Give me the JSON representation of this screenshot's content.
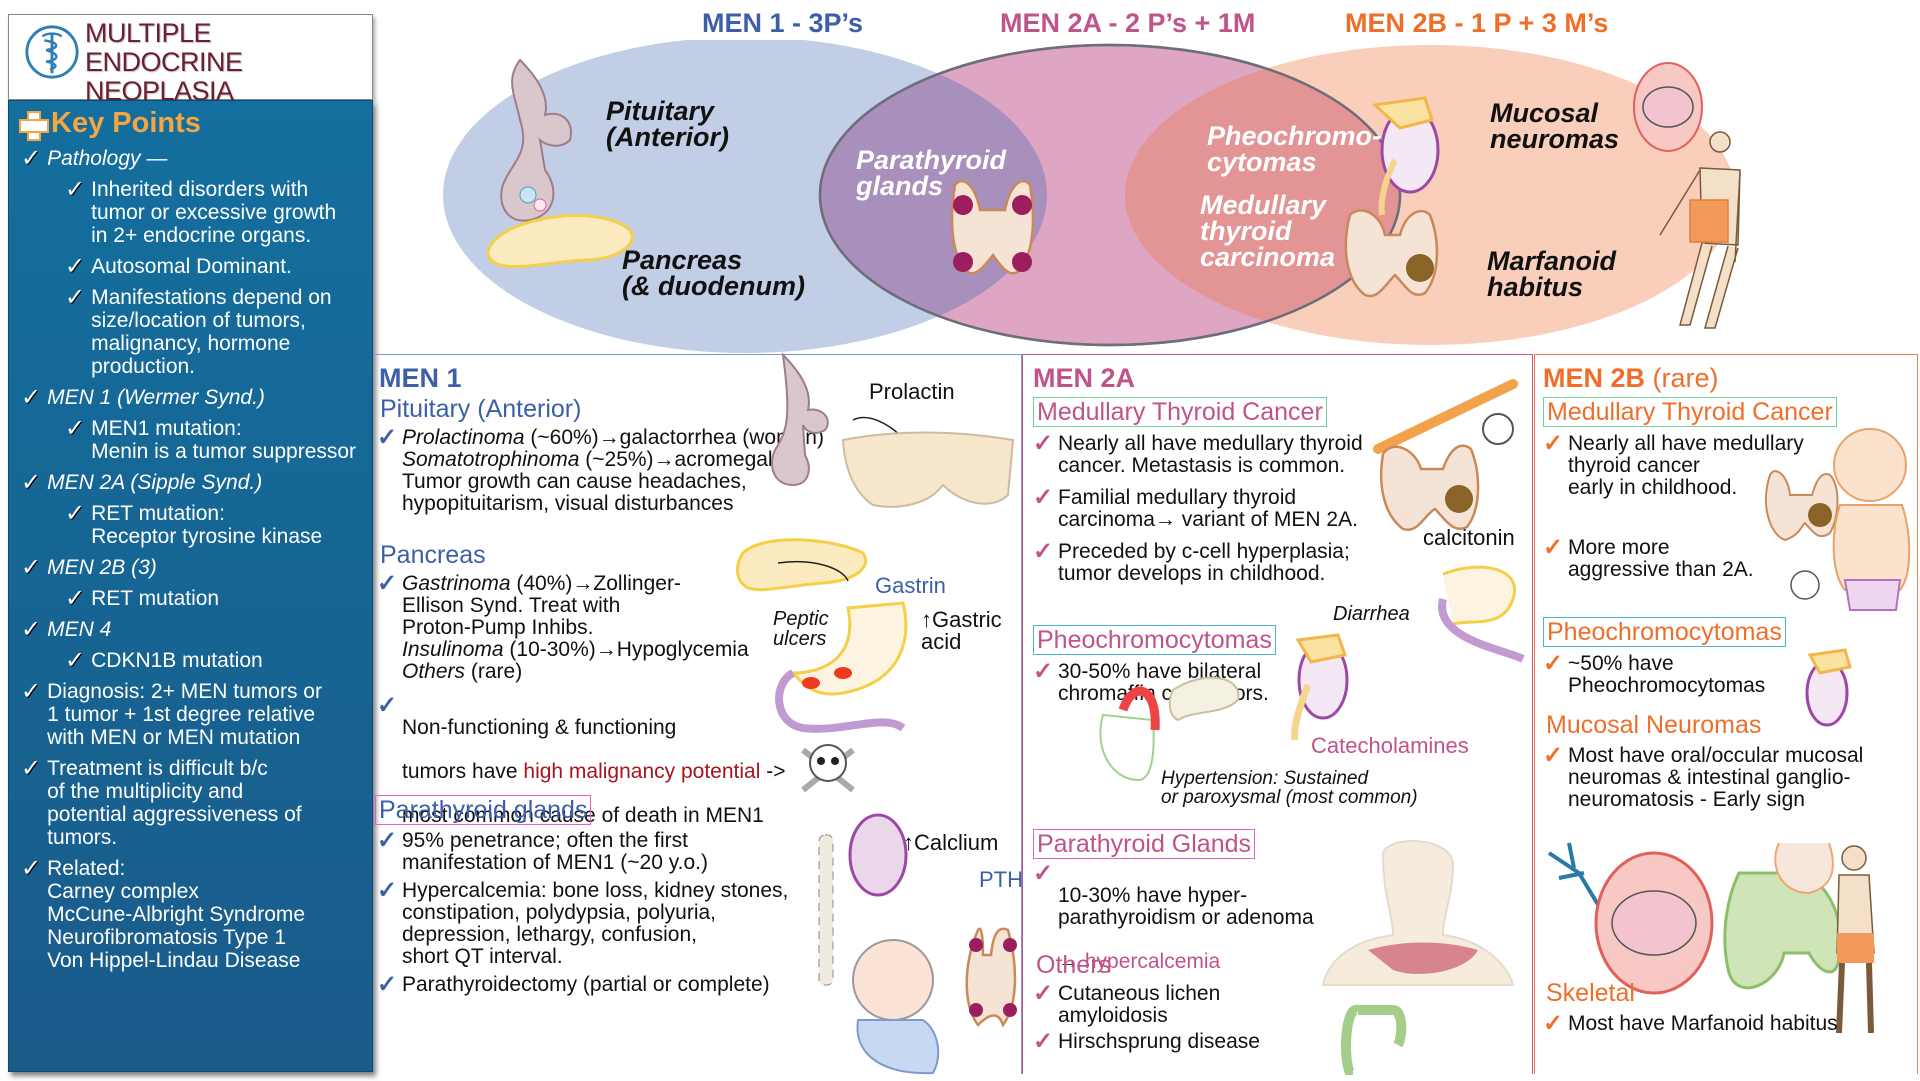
{
  "sidebar": {
    "title_line1": "MULTIPLE ENDOCRINE",
    "title_line2": "NEOPLASIA",
    "logo_icon": "caduceus-icon",
    "key_points_label": "Key Points",
    "items": [
      {
        "level": 0,
        "italic": true,
        "text": "Pathology —"
      },
      {
        "level": 1,
        "italic": false,
        "text": "Inherited disorders with\ntumor or excessive growth\nin 2+ endocrine organs."
      },
      {
        "level": 1,
        "italic": false,
        "text": "Autosomal Dominant."
      },
      {
        "level": 1,
        "italic": false,
        "text": "Manifestations depend on\nsize/location of tumors,\nmalignancy, hormone\nproduction."
      },
      {
        "level": 0,
        "italic": true,
        "text": "MEN 1 (Wermer Synd.)"
      },
      {
        "level": 1,
        "italic": false,
        "text": "MEN1 mutation:\nMenin is a tumor suppressor"
      },
      {
        "level": 0,
        "italic": true,
        "text": "MEN 2A (Sipple Synd.)"
      },
      {
        "level": 1,
        "italic": false,
        "text": "RET mutation:\nReceptor tyrosine kinase"
      },
      {
        "level": 0,
        "italic": true,
        "text": "MEN 2B (3)"
      },
      {
        "level": 1,
        "italic": false,
        "text": "RET mutation"
      },
      {
        "level": 0,
        "italic": true,
        "text": "MEN 4"
      },
      {
        "level": 1,
        "italic": false,
        "text": "CDKN1B mutation"
      },
      {
        "level": 0,
        "italic": false,
        "text": "Diagnosis: 2+ MEN tumors or\n1 tumor + 1st degree relative\nwith MEN or MEN mutation"
      },
      {
        "level": 0,
        "italic": false,
        "text": "Treatment is difficult b/c\nof the multiplicity and\npotential aggressiveness of\ntumors."
      },
      {
        "level": 0,
        "italic": false,
        "text": "Related:\nCarney complex\nMcCune-Albright Syndrome\nNeurofibromatosis Type 1\nVon Hippel-Lindau Disease"
      }
    ]
  },
  "venn": {
    "titles": [
      {
        "text": "MEN 1 - 3P’s",
        "color": "#3d5fa8"
      },
      {
        "text": "MEN 2A - 2 P’s + 1M",
        "color": "#c0538a"
      },
      {
        "text": "MEN 2B - 1 P + 3 M’s",
        "color": "#ef6e2a"
      }
    ],
    "labels": {
      "pituitary": "Pituitary\n(Anterior)",
      "pancreas": "Pancreas\n(& duodenum)",
      "parathyroid": "Parathyroid\nglands",
      "pheo": "Pheochromo-\ncytomas",
      "medullary": "Medullary\nthyroid\ncarcinoma",
      "mucosal": "Mucosal\nneuromas",
      "marfanoid": "Marfanoid\nhabitus"
    },
    "colors": {
      "men1": "#c2cee6",
      "men2a": "#dea6c3",
      "men2b": "#f9cfbc",
      "overlap12": "#a98fbb",
      "overlap2ab": "#e39495"
    }
  },
  "men1": {
    "title": "MEN 1",
    "color": "#3d5fa8",
    "pituitary": {
      "heading": "Pituitary (Anterior)",
      "lines": [
        {
          "italic_part": "Prolactinoma",
          "rest": " (~60%)→galactorrhea (women)"
        },
        {
          "italic_part": "Somatotrophinoma",
          "rest": " (~25%)→acromegaly"
        },
        {
          "italic_part": "",
          "rest": "Tumor growth can cause headaches,"
        },
        {
          "italic_part": "",
          "rest": "hypopituitarism, visual disturbances"
        }
      ],
      "fig_label": "Prolactin"
    },
    "pancreas": {
      "heading": "Pancreas",
      "b1": [
        {
          "italic_part": "Gastrinoma",
          "rest": " (40%)→Zollinger-"
        },
        {
          "italic_part": "",
          "rest": "Ellison Synd. Treat with"
        },
        {
          "italic_part": "",
          "rest": "Proton-Pump Inhibs."
        },
        {
          "italic_part": "Insulinoma",
          "rest": " (10-30%)→Hypoglycemia"
        },
        {
          "italic_part": "Others",
          "rest": " (rare)"
        }
      ],
      "b2_line1": "Non-functioning & functioning",
      "b2_pre": "tumors have ",
      "b2_highlight": "high malignancy potential",
      "b2_post": " ->",
      "b2_line3": "most common cause of death in MEN1",
      "fig_gastrin": "Gastrin",
      "fig_peptic": "Peptic\nulcers",
      "fig_acid": "↑Gastric\nacid"
    },
    "parathyroid": {
      "heading": "Parathyroid glands",
      "bullets": [
        "95% penetrance; often the first\nmanifestation of MEN1 (~20 y.o.)",
        "Hypercalcemia: bone loss, kidney stones,\nconstipation, polydypsia, polyuria,\ndepression, lethargy, confusion,\nshort QT interval.",
        "Parathyroidectomy (partial or complete)"
      ],
      "fig_calcium": "↑Calclium",
      "fig_pth": "PTH"
    }
  },
  "men2a": {
    "title": "MEN 2A",
    "color": "#c0538a",
    "mtc": {
      "heading": "Medullary Thyroid Cancer",
      "bullets": [
        "Nearly all have medullary thyroid\ncancer. Metastasis is common.",
        "Familial medullary thyroid\ncarcinoma→ variant of MEN 2A.",
        "Preceded by c-cell hyperplasia;\ntumor develops in childhood."
      ],
      "fig_calcitonin": "calcitonin",
      "fig_diarrhea": "Diarrhea"
    },
    "pheo": {
      "heading": "Pheochromocytomas",
      "bullets": [
        "30-50% have bilateral\nchromaffin cell tumors."
      ],
      "fig_catecholamines": "Catecholamines",
      "fig_hypertension": "Hypertension: Sustained\nor paroxysmal (most common)"
    },
    "parathyroid": {
      "heading": "Parathyroid Glands",
      "bullet": "10-30% have hyper-\nparathyroidism or adenoma",
      "arrow": "→",
      "result": "hypercalcemia"
    },
    "others": {
      "heading": "Others",
      "bullets": [
        "Cutaneous lichen\namyloidosis",
        "Hirschsprung disease"
      ]
    }
  },
  "men2b": {
    "title": "MEN 2B",
    "title_suffix": "(rare)",
    "color": "#ef6e2a",
    "mtc": {
      "heading": "Medullary Thyroid Cancer",
      "bullets": [
        "Nearly all have medullary\nthyroid cancer\nearly in childhood.",
        "More more\naggressive than 2A."
      ]
    },
    "pheo": {
      "heading": "Pheochromocytomas",
      "bullets": [
        "~50% have\nPheochromocytomas"
      ]
    },
    "mucosal": {
      "heading": "Mucosal Neuromas",
      "bullets": [
        "Most  have oral/occular mucosal\nneuromas & intestinal ganglio-\nneuromatosis - Early sign"
      ]
    },
    "skeletal": {
      "heading": "Skeletal",
      "bullets": [
        "Most have Marfanoid habitus"
      ]
    }
  }
}
